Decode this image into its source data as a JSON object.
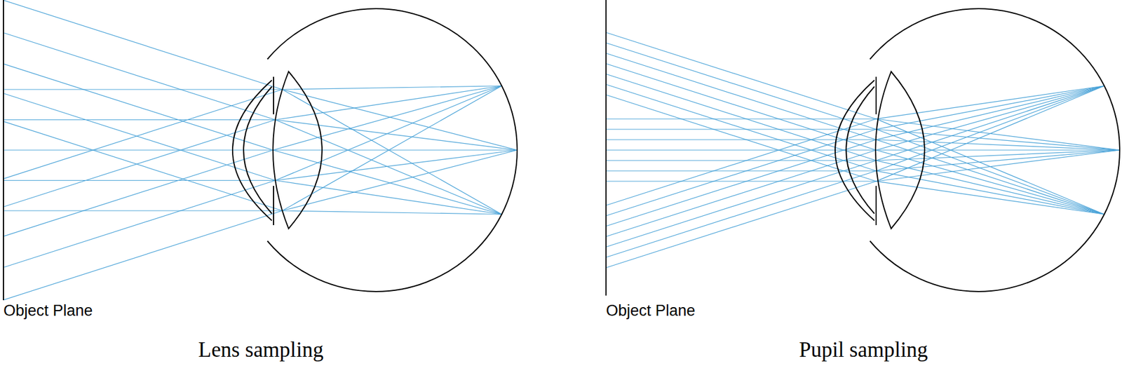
{
  "diagram": {
    "labels": [
      "Object Plane",
      "Lens sampling",
      "Object Plane",
      "Pupil sampling"
    ]
  }
}
